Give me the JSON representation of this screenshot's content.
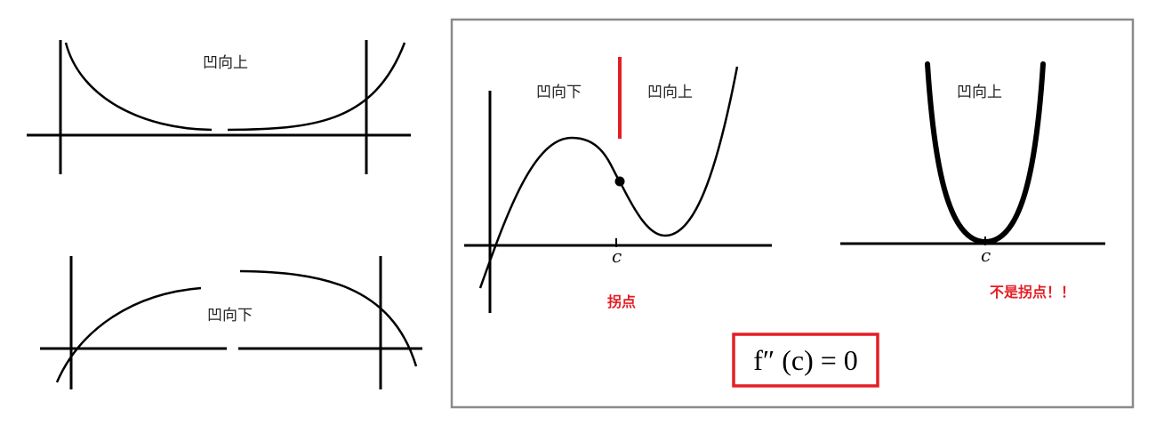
{
  "left_panel": {
    "top_label": "凹向上",
    "bottom_label": "凹向下"
  },
  "right_panel": {
    "left_region_label": "凹向下",
    "right_region_label": "凹向上",
    "c_label": "c",
    "inflection_caption": "拐点",
    "right_graph_label": "凹向上",
    "right_c_label": "c",
    "not_inflection_caption": "不是拐点！！",
    "formula": "f″ (c) = 0"
  },
  "colors": {
    "accent_red": "#e41e25",
    "frame_gray": "#8a8a8a",
    "ink": "#000000"
  }
}
